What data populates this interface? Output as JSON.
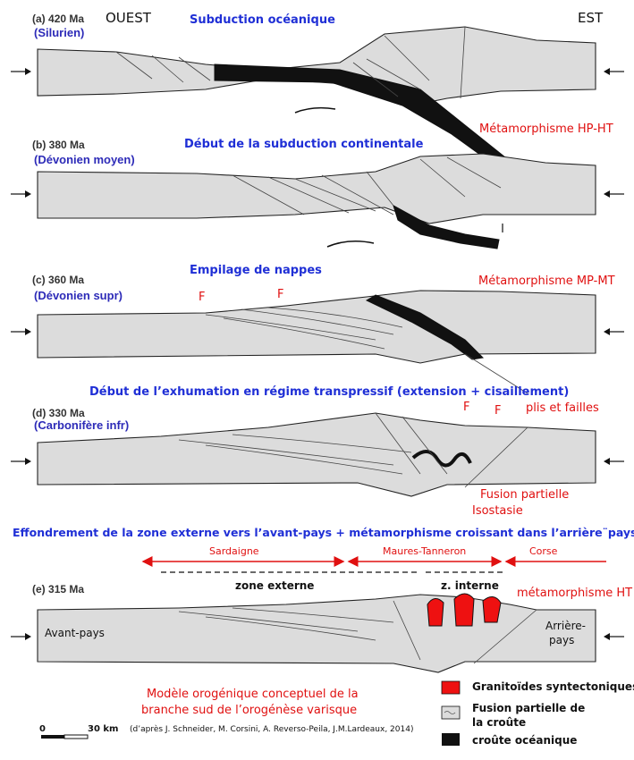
{
  "orientation": {
    "west": "OUEST",
    "east": "EST"
  },
  "panels": [
    {
      "id": "a",
      "label": "(a)",
      "age": "420 Ma",
      "period": "(Silurien)",
      "title": "Subduction océanique",
      "note": "Métamorphisme HP-HT"
    },
    {
      "id": "b",
      "label": "(b)",
      "age": "380 Ma",
      "period": "(Dévonien moyen)",
      "title": "Début de la subduction continentale",
      "note": ""
    },
    {
      "id": "c",
      "label": "(c)",
      "age": "360 Ma",
      "period": "(Dévonien supr)",
      "title": "Empilage de nappes",
      "note": "Métamorphisme MP-MT",
      "marks": [
        "F",
        "F"
      ]
    },
    {
      "id": "d",
      "label": "(d)",
      "age": "330 Ma",
      "period": "(Carbonifère infr)",
      "title": "Début de l’exhumation en régime transpressif (extension + cisaillement)",
      "marks": [
        "F",
        "F"
      ],
      "note": "plis et failles",
      "note2": "Fusion partielle",
      "note3": "Isostasie"
    },
    {
      "id": "e",
      "label": "(e)",
      "age": "315 Ma",
      "title": "Effondrement de la zone externe vers l’avant-pays + métamorphisme croissant dans l’arrière¨pays",
      "note": "métamorphisme HT"
    }
  ],
  "regions": {
    "sardaigne": "Sardaigne",
    "maures": "Maures-Tanneron",
    "corse": "Corse"
  },
  "zones": {
    "externe": "zone externe",
    "interne": "z. interne",
    "avant_pays": "Avant-pays",
    "arriere_pays_1": "Arrière-",
    "arriere_pays_2": "pays"
  },
  "caption": {
    "line1": "Modèle orogénique conceptuel de la",
    "line2": "branche sud de l’orogénèse varisque",
    "credit": "(d’après J. Schneider, M. Corsini, A. Reverso-Peila, J.M.Lardeaux, 2014)"
  },
  "scale": {
    "zero": "0",
    "length": "30 km"
  },
  "legend": [
    {
      "label": "Granitoïdes syntectoniques",
      "color": "#ee1111"
    },
    {
      "label": "Fusion partielle de",
      "color": "#dcdcdc"
    },
    {
      "label": "la croûte",
      "color": ""
    },
    {
      "label": "croûte océanique",
      "color": "#111111"
    }
  ],
  "colors": {
    "crust": "#dcdcdc",
    "ocean": "#111111",
    "granite": "#ee1111",
    "title_blue": "#1f2fd6",
    "note_red": "#e01010"
  }
}
